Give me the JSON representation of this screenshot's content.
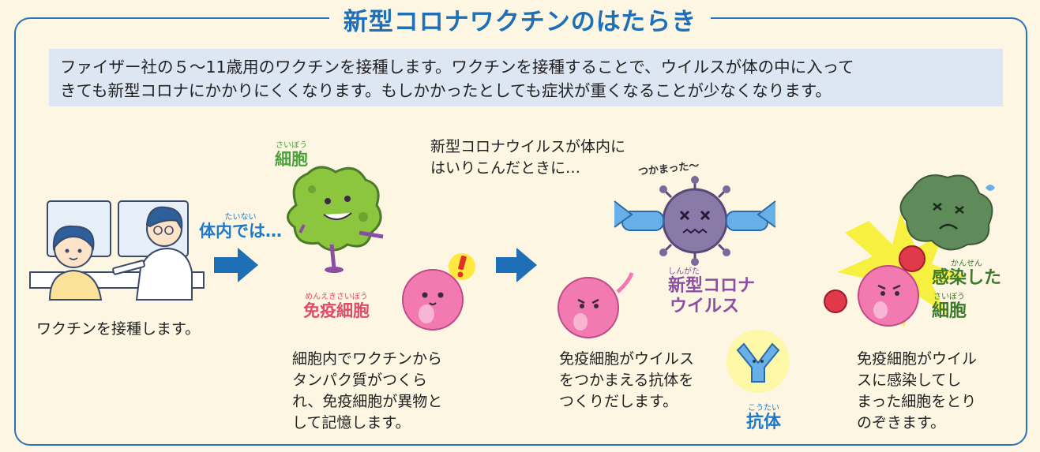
{
  "title": "新型コロナワクチンのはたらき",
  "intro": {
    "line1": "ファイザー社の５～11歳用のワクチンを接種します。ワクチンを接種することで、ウイルスが体の中に入って",
    "line2": "きても新型コロナにかかりにくくなります。もしかかったとしても症状が重くなることが少なくなります。"
  },
  "step1": {
    "caption": "ワクチンを接種します。"
  },
  "step2": {
    "taiinai_ruby": "たいない",
    "taiinai": "体内では…",
    "saibou_ruby": "さいぼう",
    "saibou": "細胞",
    "meneki_ruby": "めんえきさいぼう",
    "meneki": "免疫細胞",
    "caption_lines": [
      "細胞内でワクチンから",
      "タンパク質がつくら",
      "れ、免疫細胞が異物と",
      "して記憶します。"
    ]
  },
  "step3": {
    "lead_lines": [
      "新型コロナウイルスが体内に",
      "はいりこんだときに…"
    ],
    "caught": "つかまった～",
    "virus_ruby": "しんがた",
    "virus_line1": "新型コロナ",
    "virus_line2": "ウイルス",
    "kotai_ruby": "こうたい",
    "kotai": "抗体",
    "caption_lines": [
      "免疫細胞がウイルス",
      "をつかまえる抗体を",
      "つくりだします。"
    ]
  },
  "step4": {
    "kansen_ruby": "かんせん",
    "kansen": "感染した",
    "saibou_ruby": "さいぼう",
    "saibou": "細胞",
    "caption_lines": [
      "免疫細胞がウイル",
      "スに感染してし",
      "まった細胞をとり",
      "のぞきます。"
    ]
  },
  "colors": {
    "title_blue": "#1d6fb8",
    "arrow_blue": "#1f6fb6",
    "green_label": "#4aa23a",
    "pink_label": "#e04a6b",
    "purple_label": "#8a4ea3",
    "blue_label": "#1f78c8",
    "dark_green_label": "#3d7a2e"
  }
}
